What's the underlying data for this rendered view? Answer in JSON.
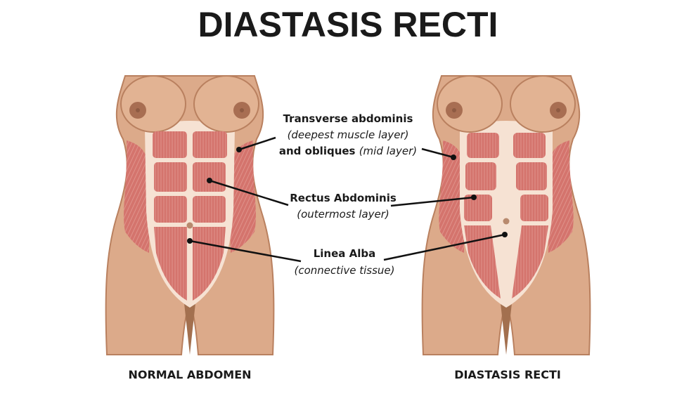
{
  "title": "DIASTASIS RECTI",
  "labels": {
    "transverse": {
      "line1": "Transverse abdominis",
      "line2": "(deepest muscle layer)",
      "line3_bold": "and obliques ",
      "line3_italic": "(mid layer)"
    },
    "rectus": {
      "line1": "Rectus Abdominis",
      "line2": "(outermost layer)"
    },
    "linea": {
      "line1": "Linea Alba",
      "line2": "(connective tissue)"
    }
  },
  "captions": {
    "left": "NORMAL ABDOMEN",
    "right": "DIASTASIS RECTI"
  },
  "colors": {
    "skin": "#dcaa8a",
    "muscle": "#d4746d",
    "sheath": "#f6e2d3"
  }
}
